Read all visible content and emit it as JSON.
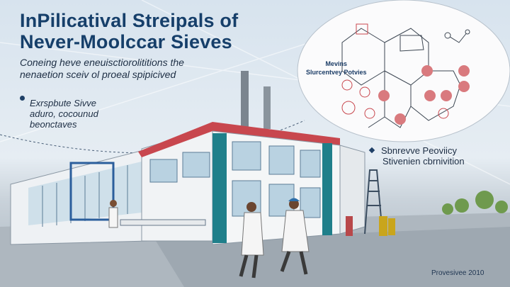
{
  "title": [
    "InPilicatival Streipals of",
    "Never-Moolccar Sieves"
  ],
  "subtitle": [
    "Coneing heve eneuisctiorolititions the",
    "nenaetion sceiv ol proeal spipicived"
  ],
  "bullet": [
    "Exrspbute Sivve",
    "aduro, cocounud",
    "beonctaves"
  ],
  "bubble_label": [
    "Mevins",
    "Slurcentvey Potvies"
  ],
  "right_bullet": [
    "Sbnrevve Peoviicy",
    "Stivenien cbrnivition"
  ],
  "footer": "Provesivee 2010",
  "colors": {
    "title": "#163f6a",
    "roof": "#c8474e",
    "teal": "#1f7f8a",
    "molecule": "#d97a7e"
  }
}
